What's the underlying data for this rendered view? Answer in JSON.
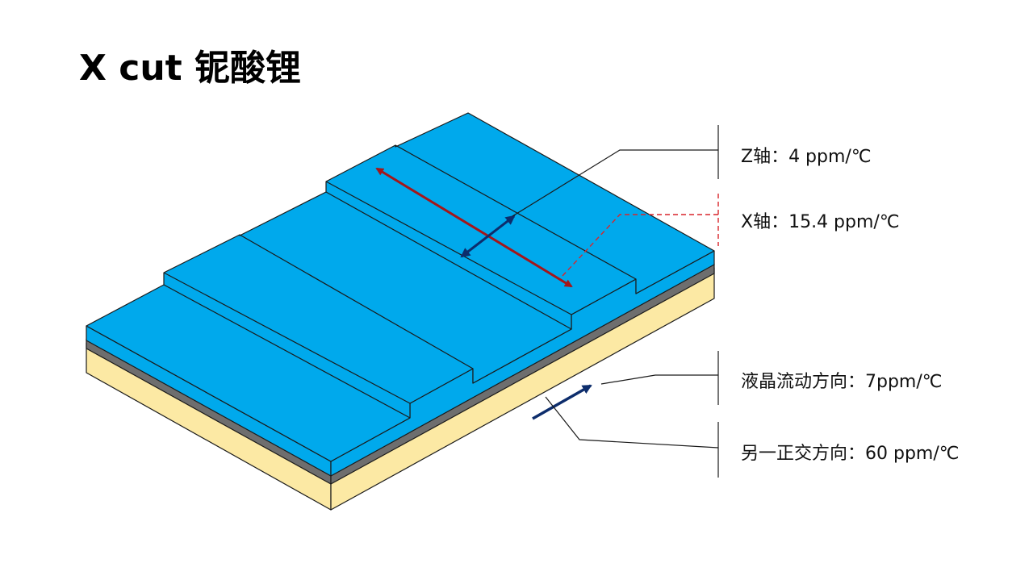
{
  "title": "X cut 铌酸锂",
  "annotations": {
    "z_axis": "Z轴：4 ppm/℃",
    "x_axis": "X轴：15.4 ppm/℃",
    "lc_flow": "液晶流动方向：7ppm/℃",
    "orthogonal": "另一正交方向：60 ppm/℃"
  },
  "colors": {
    "blue_top": "#00A9EC",
    "cream_substrate": "#FCE9A4",
    "gray_layer": "#6E6E6E",
    "red_arrow": "#A4161A",
    "navy_arrow": "#0D2D6C",
    "dashed_leader": "#D9252B"
  }
}
